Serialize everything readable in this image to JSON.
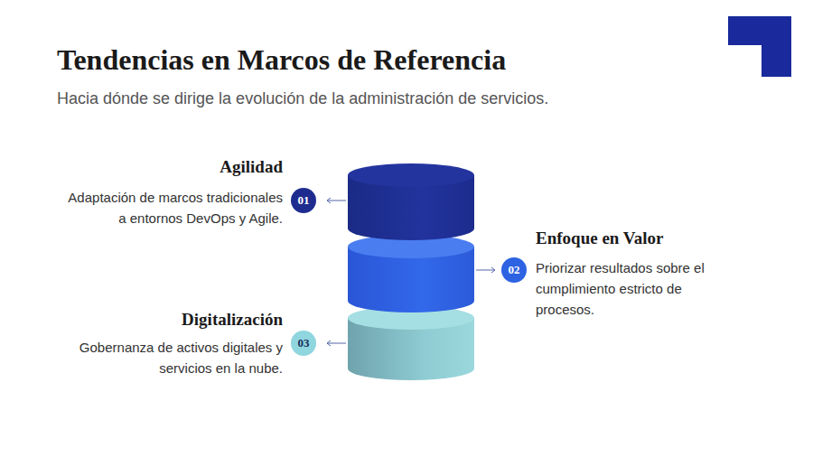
{
  "diagram": {
    "title": "Tendencias en Marcos de Referencia",
    "nodes": [
      {
        "text": [
          "01"
        ]
      },
      {
        "text": [
          "02"
        ]
      },
      {
        "text": [
          "03"
        ]
      }
    ],
    "labels": [
      "Hacia dónde se dirige la evolución de la administración de servicios.",
      "Agilidad",
      "Adaptación de marcos tradicionales a entornos DevOps y Agile.",
      "Enfoque en Valor",
      "Priorizar resultados sobre el cumplimiento estricto de procesos.",
      "Digitalización",
      "Gobernanza de activos digitales y servicios en la nube."
    ]
  }
}
